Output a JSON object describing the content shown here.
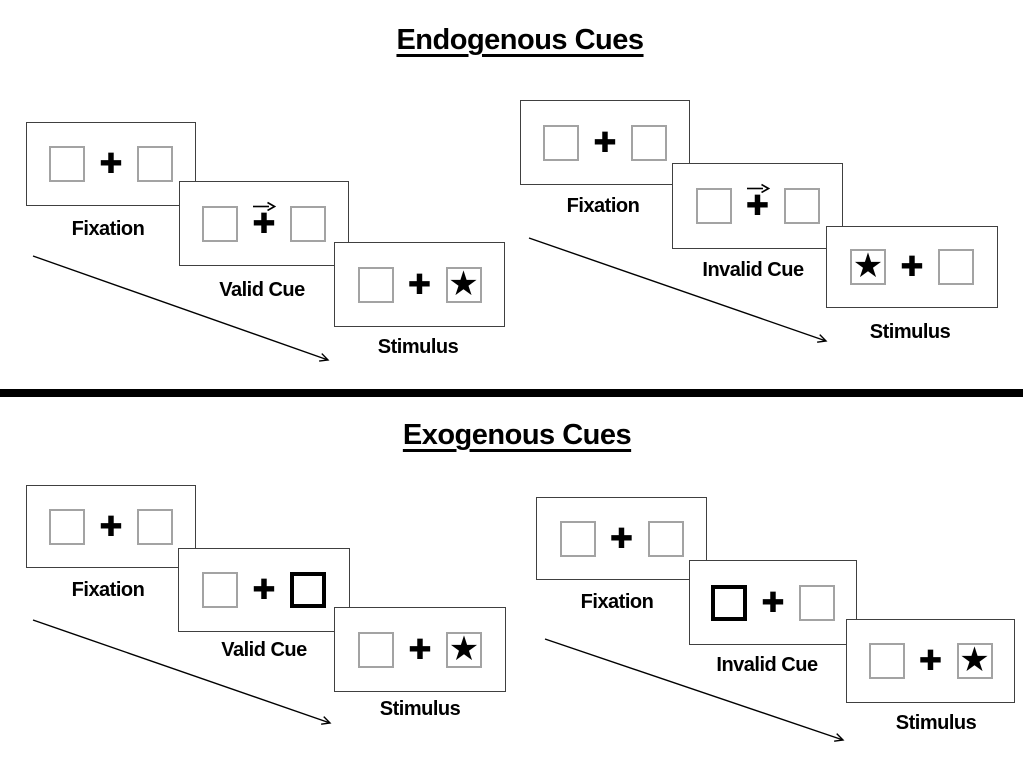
{
  "endogenous": {
    "title": "Endogenous Cues",
    "valid": {
      "fixation_label": "Fixation",
      "cue_label": "Valid Cue",
      "stimulus_label": "Stimulus",
      "cue_style": "central arrow pointing right",
      "target_side": "right"
    },
    "invalid": {
      "fixation_label": "Fixation",
      "cue_label": "Invalid Cue",
      "stimulus_label": "Stimulus",
      "cue_style": "central arrow pointing right",
      "target_side": "left"
    }
  },
  "exogenous": {
    "title": "Exogenous Cues",
    "valid": {
      "fixation_label": "Fixation",
      "cue_label": "Valid Cue",
      "stimulus_label": "Stimulus",
      "cue_style": "right box outlined bold",
      "target_side": "right"
    },
    "invalid": {
      "fixation_label": "Fixation",
      "cue_label": "Invalid Cue",
      "stimulus_label": "Stimulus",
      "cue_style": "left box outlined bold",
      "target_side": "right"
    }
  },
  "symbols": {
    "fixation_cross": "✚",
    "target_star": "★"
  },
  "colors": {
    "ink": "#000000",
    "panel_outline": "#404040",
    "box_outline": "#a3a3a3"
  }
}
